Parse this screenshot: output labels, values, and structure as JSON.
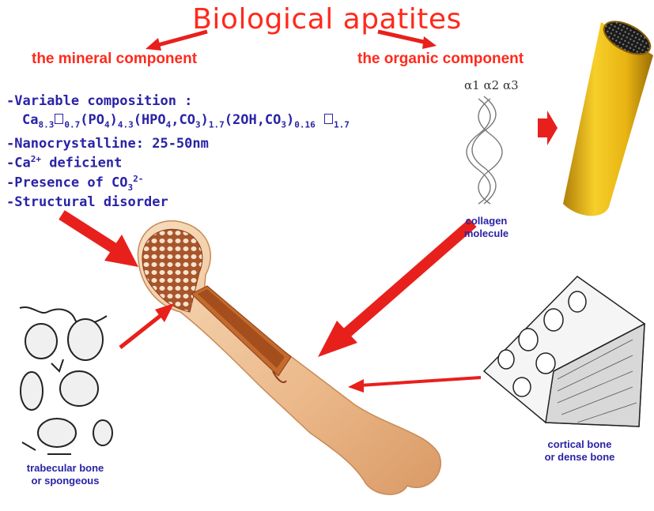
{
  "title": "Biological apatites",
  "mineral_component": {
    "label": "the mineral component",
    "properties": [
      {
        "id": "composition",
        "text": "-Variable composition :"
      },
      {
        "id": "formula",
        "parts": {
          "ca": "Ca",
          "ca_sub": "8.3",
          "v1_sub": "0.7",
          "po4": "(PO",
          "po4_sub": "4",
          "po4_close": ")",
          "po4_count": "4.3",
          "hpo4": "(HPO",
          "hpo4_sub": "4",
          "co3": ",CO",
          "co3_sub": "3",
          "close1": ")",
          "group_count": "1.7",
          "oh_group": "(2OH,CO",
          "oh_co3_sub": "3",
          "close2": ")",
          "oh_count": "0.16",
          "v2_sub": "1.7"
        }
      },
      {
        "id": "nano",
        "text": "-Nanocrystalline: 25-50nm"
      },
      {
        "id": "ca-def",
        "prefix": "-Ca",
        "sup": "2+",
        "suffix": " deficient"
      },
      {
        "id": "co3",
        "prefix": "-Presence of CO",
        "sub": "3",
        "sup": "2-"
      },
      {
        "id": "disorder",
        "text": "-Structural disorder"
      }
    ]
  },
  "organic_component": {
    "label": "the organic component",
    "helix_labels": [
      "α1",
      "α2",
      "α3"
    ],
    "collagen_label": [
      "collagen",
      "molecule"
    ]
  },
  "bone_labels": {
    "trabecular": [
      "trabecular bone",
      "or spongeous"
    ],
    "cortical": [
      "cortical bone",
      "or dense bone"
    ]
  },
  "colors": {
    "title_red": "#ff2a1c",
    "text_blue": "#2a23a6",
    "arrow_red": "#e8201c",
    "fiber_yellow": "#f2c21a",
    "bone": "#f0c79a"
  }
}
